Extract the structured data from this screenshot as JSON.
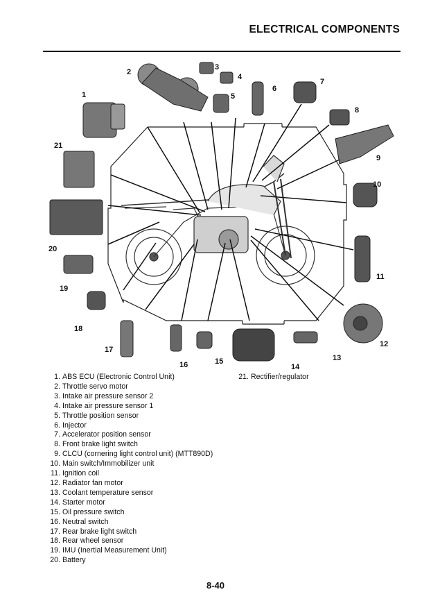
{
  "header": {
    "title": "ELECTRICAL COMPONENTS"
  },
  "callouts": [
    "1",
    "2",
    "3",
    "4",
    "5",
    "6",
    "7",
    "8",
    "9",
    "10",
    "11",
    "12",
    "13",
    "14",
    "15",
    "16",
    "17",
    "18",
    "19",
    "20",
    "21"
  ],
  "legend_left": [
    {
      "num": "1.",
      "text": "ABS ECU (Electronic Control Unit)"
    },
    {
      "num": "2.",
      "text": "Throttle servo motor"
    },
    {
      "num": "3.",
      "text": "Intake air pressure sensor 2"
    },
    {
      "num": "4.",
      "text": "Intake air pressure sensor 1"
    },
    {
      "num": "5.",
      "text": "Throttle position sensor"
    },
    {
      "num": "6.",
      "text": "Injector"
    },
    {
      "num": "7.",
      "text": "Accelerator position sensor"
    },
    {
      "num": "8.",
      "text": "Front brake light switch"
    },
    {
      "num": "9.",
      "text": "CLCU (cornering light control unit) (MTT890D)"
    },
    {
      "num": "10.",
      "text": "Main switch/Immobilizer unit"
    },
    {
      "num": "11.",
      "text": "Ignition coil"
    },
    {
      "num": "12.",
      "text": "Radiator fan motor"
    },
    {
      "num": "13.",
      "text": "Coolant temperature sensor"
    },
    {
      "num": "14.",
      "text": "Starter motor"
    },
    {
      "num": "15.",
      "text": "Oil pressure switch"
    },
    {
      "num": "16.",
      "text": "Neutral switch"
    },
    {
      "num": "17.",
      "text": "Rear brake light switch"
    },
    {
      "num": "18.",
      "text": "Rear wheel sensor"
    },
    {
      "num": "19.",
      "text": "IMU (Inertial Measurement Unit)"
    },
    {
      "num": "20.",
      "text": "Battery"
    }
  ],
  "legend_right": [
    {
      "num": "21.",
      "text": "Rectifier/regulator"
    }
  ],
  "footer": {
    "page_number": "8-40"
  }
}
